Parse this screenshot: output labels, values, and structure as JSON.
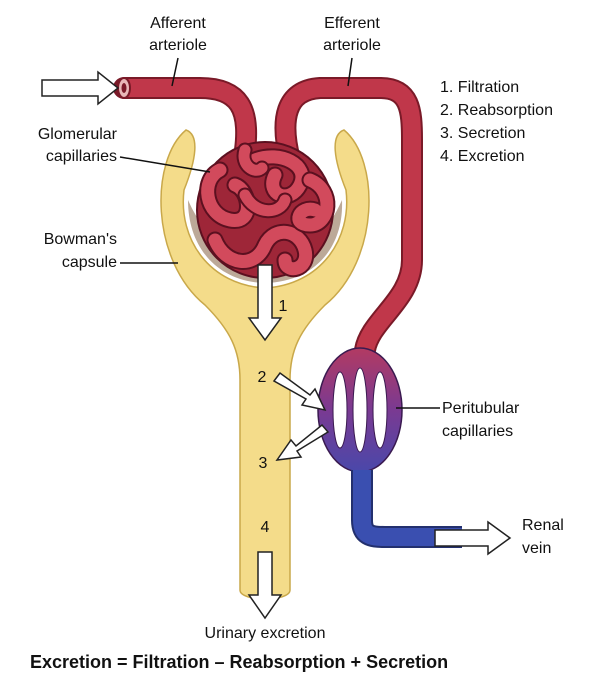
{
  "labels": {
    "afferent": [
      "Afferent",
      "arteriole"
    ],
    "efferent": [
      "Efferent",
      "arteriole"
    ],
    "glomerular": [
      "Glomerular",
      "capillaries"
    ],
    "bowman": [
      "Bowman's",
      "capsule"
    ],
    "peritubular": [
      "Peritubular",
      "capillaries"
    ],
    "renal_vein": [
      "Renal",
      "vein"
    ],
    "urinary": "Urinary excretion"
  },
  "legend": [
    "1. Filtration",
    "2. Reabsorption",
    "3. Secretion",
    "4. Excretion"
  ],
  "step_numbers": [
    "1",
    "2",
    "3",
    "4"
  ],
  "equation": "Excretion = Filtration – Reabsorption + Secretion",
  "colors": {
    "capsule": "#f4dc8a",
    "capsule_edge": "#c9a84a",
    "artery": "#c0374a",
    "artery_edge": "#7a1a28",
    "vein": "#3a4fb0",
    "cavity": "#b09a86"
  }
}
